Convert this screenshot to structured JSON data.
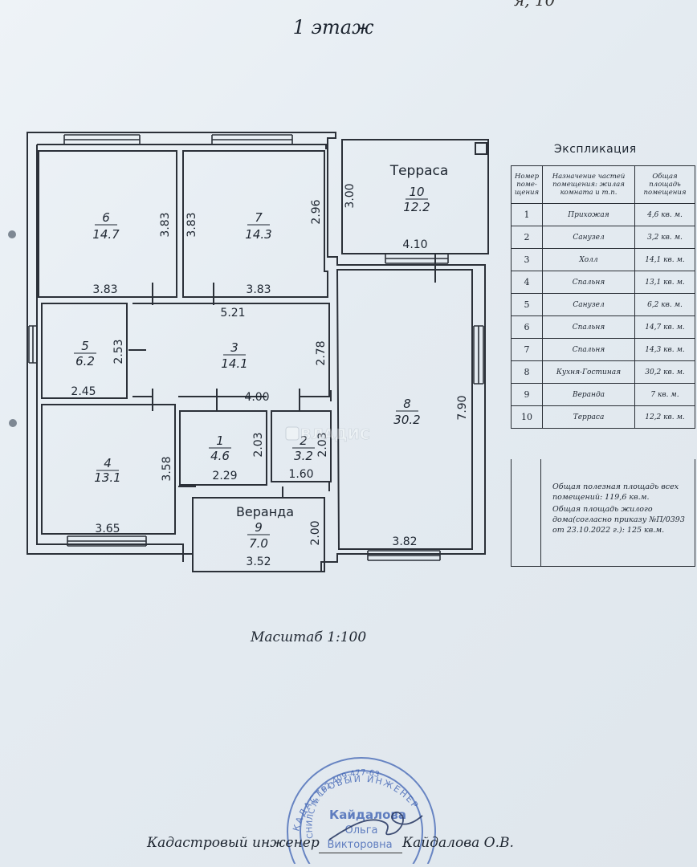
{
  "page": {
    "corner_text": "я, 10",
    "title": "1 этаж",
    "scale_label": "Масштаб 1:100"
  },
  "plan": {
    "rooms": [
      {
        "id": "6",
        "area": "14.7"
      },
      {
        "id": "7",
        "area": "14.3"
      },
      {
        "id": "10",
        "area": "12.2",
        "name": "Терраса"
      },
      {
        "id": "5",
        "area": "6.2"
      },
      {
        "id": "3",
        "area": "14.1"
      },
      {
        "id": "8",
        "area": "30.2"
      },
      {
        "id": "4",
        "area": "13.1"
      },
      {
        "id": "1",
        "area": "4.6"
      },
      {
        "id": "2",
        "area": "3.2"
      },
      {
        "id": "9",
        "area": "7.0",
        "name": "Веранда"
      }
    ],
    "dimensions": {
      "r6_h": "3.83",
      "r6_w": "3.83",
      "r7_h_left": "3.83",
      "r7_h_right": "2.96",
      "r7_w": "3.83",
      "r10_h": "3.00",
      "r10_w": "4.10",
      "r5_h": "2.53",
      "r5_w": "2.45",
      "r3_w_top": "5.21",
      "r3_h": "2.78",
      "r3_w_bottom": "4.00",
      "r8_h": "7.90",
      "r8_w": "3.82",
      "r4_h": "3.58",
      "r4_w": "3.65",
      "r1_h": "2.03",
      "r1_w": "2.29",
      "r2_h": "2.03",
      "r2_w": "1.60",
      "r9_h": "2.00",
      "r9_w": "3.52"
    }
  },
  "explication": {
    "title": "Экспликация",
    "headers": {
      "num": "Номер поме- щения",
      "purpose": "Назначение частей помещения: жилая комната и т.п.",
      "area": "Общая площадь помещения"
    },
    "rows": [
      {
        "num": "1",
        "name": "Прихожая",
        "area": "4,6 кв. м."
      },
      {
        "num": "2",
        "name": "Санузел",
        "area": "3,2 кв. м."
      },
      {
        "num": "3",
        "name": "Холл",
        "area": "14,1 кв. м."
      },
      {
        "num": "4",
        "name": "Спальня",
        "area": "13,1 кв. м."
      },
      {
        "num": "5",
        "name": "Санузел",
        "area": "6,2 кв. м."
      },
      {
        "num": "6",
        "name": "Спальня",
        "area": "14,7 кв. м."
      },
      {
        "num": "7",
        "name": "Спальня",
        "area": "14,3 кв. м."
      },
      {
        "num": "8",
        "name": "Кухня-Гостиная",
        "area": "30,2 кв. м."
      },
      {
        "num": "9",
        "name": "Веранда",
        "area": "7 кв. м."
      },
      {
        "num": "10",
        "name": "Терраса",
        "area": "12,2 кв. м."
      }
    ],
    "summary_useful": "Общая полезная площадь всех помещений: 119,6 кв.м.",
    "summary_living": "Общая площадь жилого дома(согласно приказу №П/0393 от 23.10.2022 г.): 125 кв.м."
  },
  "watermark": "ВЛАДИС",
  "stamp": {
    "outer_text": "КАДАСТРОВЫЙ ИНЖЕНЕР",
    "snils": "СНИЛС № 162-409-477-63",
    "line1": "Кайдалова",
    "line2": "Ольга",
    "line3": "Викторовна"
  },
  "signature": {
    "label": "Кадастровый инженер",
    "name": "Кайдалова О.В."
  },
  "colors": {
    "ink": "#1d2530",
    "stamp": "#3f63b4",
    "paper": "#e8eef3"
  }
}
